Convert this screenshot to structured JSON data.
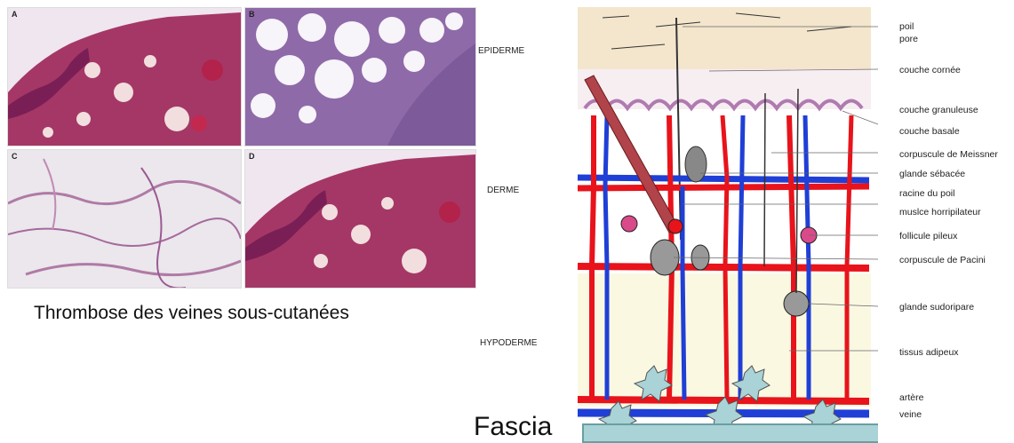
{
  "panels": [
    {
      "letter": "A",
      "tissue": "dermis"
    },
    {
      "letter": "B",
      "tissue": "adipose"
    },
    {
      "letter": "C",
      "tissue": "loose connective"
    },
    {
      "letter": "D",
      "tissue": "dermis"
    }
  ],
  "caption": "Thrombose des veines sous-cutanées",
  "zones": {
    "epiderme": "EPIDERME",
    "derme": "DERME",
    "hypoderme": "HYPODERME"
  },
  "labels": {
    "poil": "poil",
    "pore": "pore",
    "couche_cornee": "couche cornée",
    "couche_granuleuse": "couche granuleuse",
    "couche_basale": "couche basale",
    "meissner": "corpuscule de Meissner",
    "glande_sebacee": "glande sébacée",
    "racine_poil": "racine du poil",
    "muscle": "muslce horripilateur",
    "follicule": "follicule pileux",
    "pacini": "corpuscule de Pacini",
    "glande_sudoripare": "glande sudoripare",
    "tissus_adipeux": "tissus adipeux",
    "artere": "artère",
    "veine": "veine"
  },
  "fascia": "Fascia",
  "colors": {
    "artery": "#e8131b",
    "vein": "#1f3fd6",
    "stain": "#a8336a",
    "fascia": "#a9d3d6",
    "epidermis": "#f3e6cc",
    "hypodermis": "#fbf8e2"
  }
}
